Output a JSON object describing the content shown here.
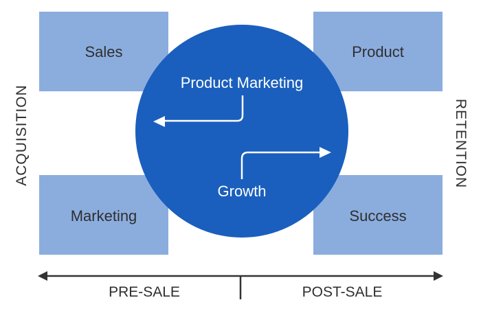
{
  "boxes": {
    "sales": "Sales",
    "product": "Product",
    "marketing": "Marketing",
    "success": "Success"
  },
  "circle": {
    "top_label": "Product Marketing",
    "bottom_label": "Growth"
  },
  "sides": {
    "left": "ACQUISITION",
    "right": "RETENTION"
  },
  "axis": {
    "left": "PRE-SALE",
    "right": "POST-SALE"
  },
  "colors": {
    "box": "#8badde",
    "circle": "#1a5fbd",
    "text": "#2f2f2f"
  }
}
